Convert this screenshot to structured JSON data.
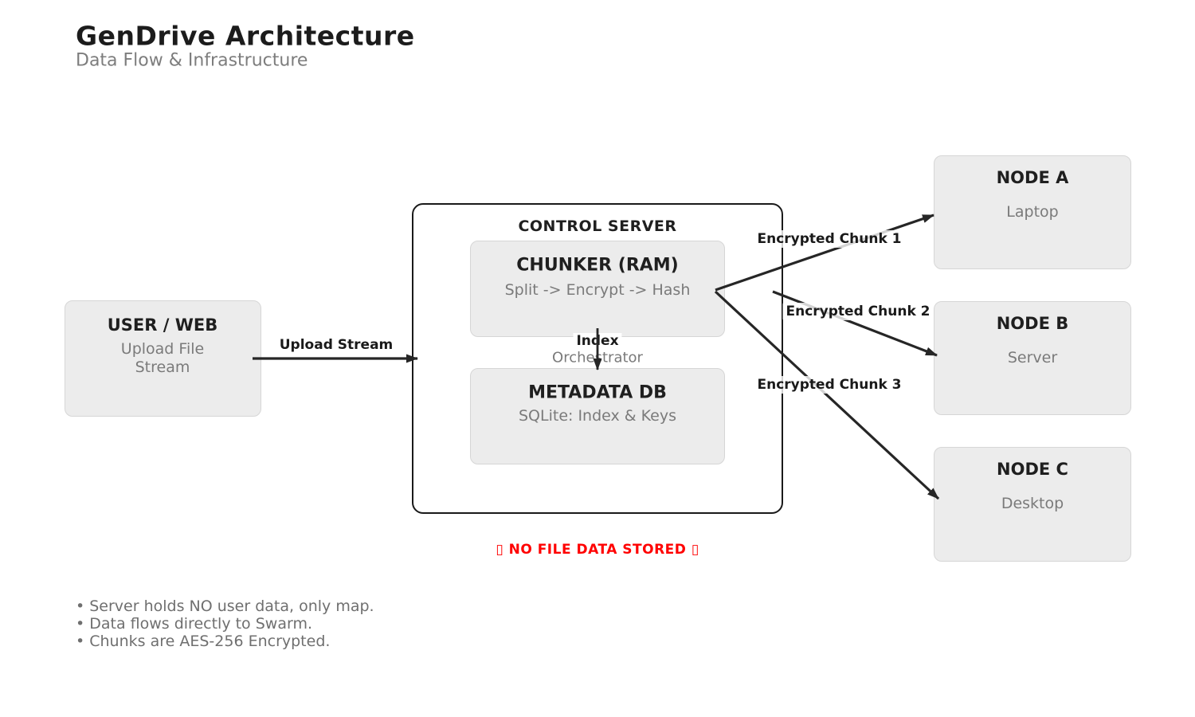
{
  "header": {
    "title": "GenDrive Architecture",
    "subtitle": "Data Flow & Infrastructure"
  },
  "diagram": {
    "user_box": {
      "title": "USER / WEB",
      "subtitle_line1": "Upload File",
      "subtitle_line2": "Stream"
    },
    "control_server": {
      "title": "CONTROL SERVER"
    },
    "chunker": {
      "title": "CHUNKER (RAM)",
      "subtitle": "Split -> Encrypt -> Hash"
    },
    "orchestrator": {
      "line1": "Index",
      "line2": "Orchestrator"
    },
    "metadata_db": {
      "title": "METADATA DB",
      "subtitle": "SQLite: Index & Keys"
    },
    "node_a": {
      "title": "NODE A",
      "subtitle": "Laptop"
    },
    "node_b": {
      "title": "NODE B",
      "subtitle": "Server"
    },
    "node_c": {
      "title": "NODE C",
      "subtitle": "Desktop"
    }
  },
  "edges": {
    "upload_stream": {
      "label": "Upload Stream"
    },
    "chunk_1": {
      "label": "Encrypted Chunk 1"
    },
    "chunk_2": {
      "label": "Encrypted Chunk 2"
    },
    "chunk_3": {
      "label": "Encrypted Chunk 3"
    }
  },
  "warning_banner": {
    "text": "▯ NO FILE DATA STORED ▯"
  },
  "notes": [
    "• Server holds NO user data, only map.",
    "• Data flows directly to Swarm.",
    "• Chunks are AES-256 Encrypted."
  ],
  "colors": {
    "warning_red": "#ff0000",
    "box_fill": "#ececec",
    "box_border": "#d6d6d6",
    "outline_dark": "#1a1a1a",
    "text_dark": "#1f1f1f",
    "text_gray": "#7a7a7a",
    "arrow": "#262626"
  }
}
